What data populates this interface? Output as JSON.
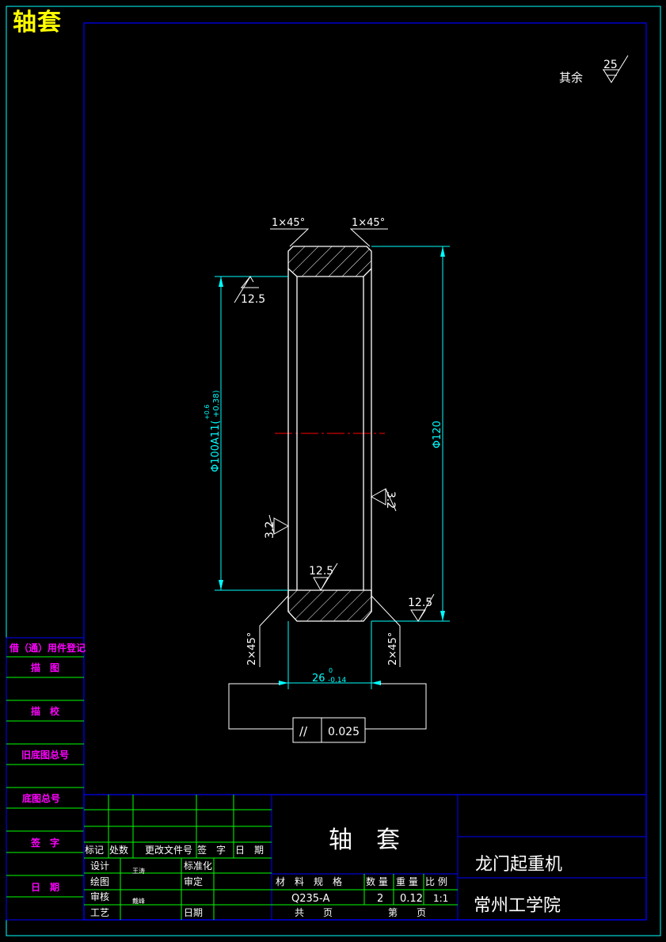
{
  "corner_title": "轴套",
  "roughness_note": {
    "label": "其余",
    "value": "25"
  },
  "drawing": {
    "chamfer_top_left": "1×45°",
    "chamfer_top_right": "1×45°",
    "rough_outer_top": "12.5",
    "bore_dim": "Φ100A11(",
    "bore_tol_upper": "+0.6",
    "bore_tol_lower": "+0.38)",
    "outer_dim": "Φ120",
    "rough_bore_right": "3.2",
    "rough_bore_left": "3.2",
    "rough_bottom_face": "12.5",
    "rough_bottom_right": "12.5",
    "chamfer_bottom_left": "2×45°",
    "chamfer_bottom_right": "2×45°",
    "width_dim": "26",
    "width_tol_upper": "0",
    "width_tol_lower": "-0.14",
    "parallel_symbol": "//",
    "parallel_tol": "0.025"
  },
  "side_table": {
    "rows": [
      "借（通）用件登记",
      "描　图",
      "描　校",
      "旧底图总号",
      "底图总号",
      "签　字",
      "日　期"
    ]
  },
  "title_block": {
    "part_name": "轴　套",
    "project": "龙门起重机",
    "school": "常州工学院",
    "rev_headers": [
      "标记",
      "处数",
      "更改文件号",
      "签　字",
      "日　期"
    ],
    "design": "设计",
    "designer": "王涛",
    "standardize": "标准化",
    "draw": "绘图",
    "approve": "审定",
    "check": "审核",
    "checker": "戴峰",
    "process": "工艺",
    "date": "日期",
    "material_label": "材　料　规　格",
    "qty_label": "数 量",
    "weight_label": "重 量",
    "scale_label": "比 例",
    "material": "Q235-A",
    "qty": "2",
    "weight": "0.12",
    "scale": "1:1",
    "total_sheets": "共　　页",
    "sheet_no": "第　　页"
  },
  "colors": {
    "outline": "#ffffff",
    "dimension": "#00ffff",
    "frame": "#0000ff",
    "side_text": "#ff00ff",
    "title": "#ffff00",
    "grid": "#00ff00",
    "center": "#ff0000"
  }
}
